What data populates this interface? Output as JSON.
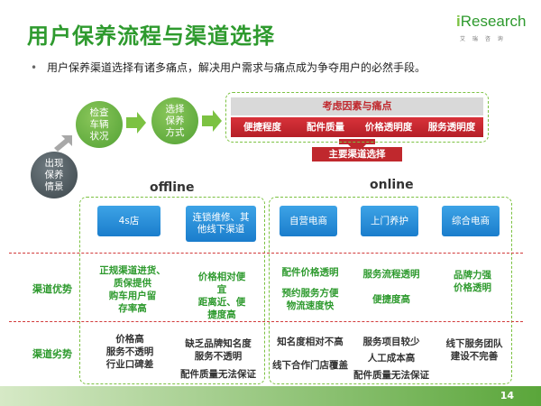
{
  "header": {
    "title": "用户保养流程与渠道选择",
    "logo_text_i": "i",
    "logo_text_rest": "Research",
    "logo_sub": "艾 瑞 咨 询"
  },
  "bullet": {
    "symbol": "•",
    "text": "用户保养渠道选择有诸多痛点，解决用户需求与痛点成为争夺用户的必然手段。"
  },
  "flow": {
    "step1": "出现\n保养\n情景",
    "step2": "检查\n车辆\n状况",
    "step3": "选择\n保养\n方式"
  },
  "factors": {
    "title": "考虑因素与痛点",
    "items": [
      "便捷程度",
      "配件质量",
      "价格透明度",
      "服务透明度"
    ]
  },
  "main_channel": "主要渠道选择",
  "sections": {
    "offline": "offline",
    "online": "online"
  },
  "channels": {
    "offline": [
      "4s店",
      "连锁维修、其他线下渠道"
    ],
    "online": [
      "自营电商",
      "上门养护",
      "综合电商"
    ]
  },
  "rows": {
    "advantage_label": "渠道优势",
    "disadvantage_label": "渠道劣势"
  },
  "advantages": {
    "4s": "正规渠道进货、\n质保提供\n购车用户留\n存率高",
    "chain": "价格相对便\n宜\n距离近、便\n捷度高",
    "self_a": "配件价格透明",
    "self_b": "预约服务方便\n物流速度快",
    "door_a": "服务流程透明",
    "door_b": "便捷度高",
    "general": "品牌力强\n价格透明"
  },
  "disadvantages": {
    "4s": "价格高\n服务不透明\n行业口碑差",
    "chain_a": "缺乏品牌知名度\n服务不透明",
    "chain_b": "配件质量无法保证",
    "self_a": "知名度相对不高",
    "self_b": "线下合作门店覆盖",
    "door_a": "服务项目较少",
    "door_b": "人工成本高",
    "door_c": "配件质量无法保证",
    "general": "线下服务团队\n建设不完善"
  },
  "footer": {
    "page": "14"
  },
  "colors": {
    "brand_green": "#2e9a2e",
    "accent_red": "#c0282d",
    "channel_blue": "#1a7dcc"
  }
}
